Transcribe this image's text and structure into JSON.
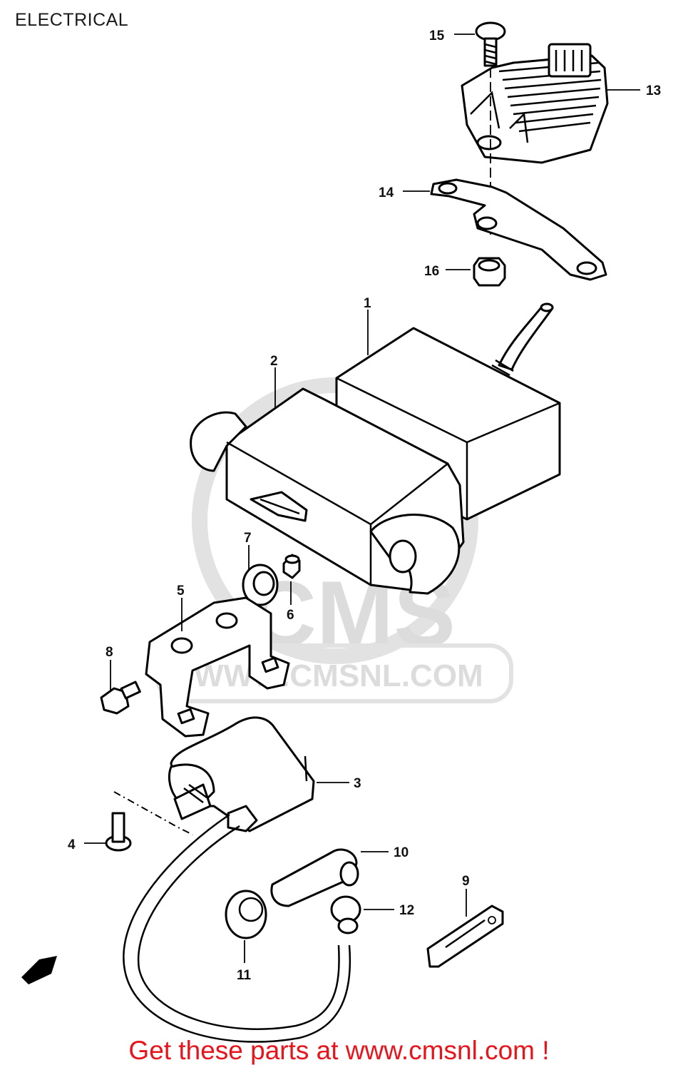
{
  "page": {
    "title": "ELECTRICAL",
    "footer_link": "Get these parts at www.cmsnl.com !"
  },
  "watermark": {
    "logo_text": "CMS",
    "url_text": "WWW.CMSNL.COM"
  },
  "callouts": [
    {
      "id": "1",
      "label": "1"
    },
    {
      "id": "2",
      "label": "2"
    },
    {
      "id": "3",
      "label": "3"
    },
    {
      "id": "4",
      "label": "4"
    },
    {
      "id": "5",
      "label": "5"
    },
    {
      "id": "6",
      "label": "6"
    },
    {
      "id": "7",
      "label": "7"
    },
    {
      "id": "8",
      "label": "8"
    },
    {
      "id": "9",
      "label": "9"
    },
    {
      "id": "10",
      "label": "10"
    },
    {
      "id": "11",
      "label": "11"
    },
    {
      "id": "12",
      "label": "12"
    },
    {
      "id": "13",
      "label": "13"
    },
    {
      "id": "14",
      "label": "14"
    },
    {
      "id": "15",
      "label": "15"
    },
    {
      "id": "16",
      "label": "16"
    }
  ],
  "colors": {
    "footer_text": "#e8141b",
    "watermark": "#dcdcdc",
    "line_art": "#000000"
  }
}
